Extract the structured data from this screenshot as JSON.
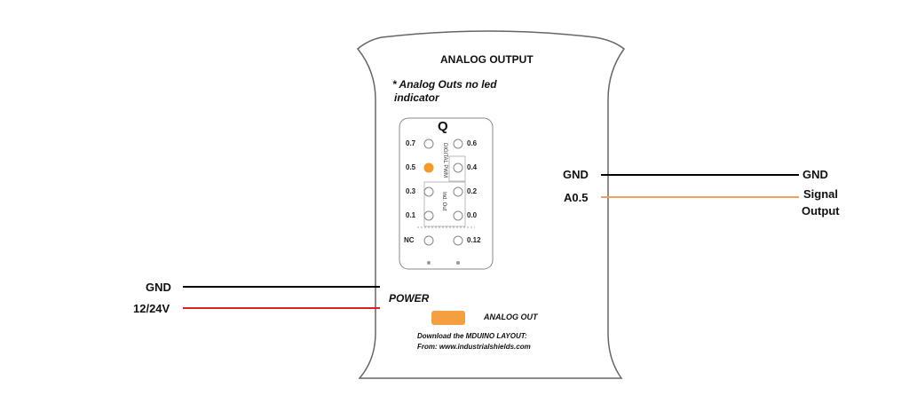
{
  "module": {
    "title": "ANALOG OUTPUT",
    "note_line1": "* Analog Outs no led",
    "note_line2": "indicator",
    "connector_title": "Q",
    "power_label": "POWER",
    "legend_label": "ANALOG OUT",
    "download_line1": "Download the MDUINO LAYOUT:",
    "download_line2": "From: www.industrialshields.com",
    "pins_left": [
      "0.7",
      "0.5",
      "0.3",
      "0.1",
      "NC"
    ],
    "pins_right": [
      "0.6",
      "0.4",
      "0.2",
      "0.0",
      "0.12"
    ],
    "tiny_label_1": "DIGITAL PWM",
    "tiny_label_2": "Ind. Out"
  },
  "wires": {
    "left_gnd_label": "GND",
    "left_power_label": "12/24V",
    "right_gnd_inner": "GND",
    "right_gnd_outer": "GND",
    "right_signal_inner": "A0.5",
    "right_signal_outer_line1": "Signal",
    "right_signal_outer_line2": "Output"
  },
  "colors": {
    "wire_gnd": "#000000",
    "wire_power": "#e02020",
    "wire_signal": "#f0a060",
    "led_active": "#f59a22",
    "legend_swatch": "#f5a040",
    "outline": "#666666"
  }
}
